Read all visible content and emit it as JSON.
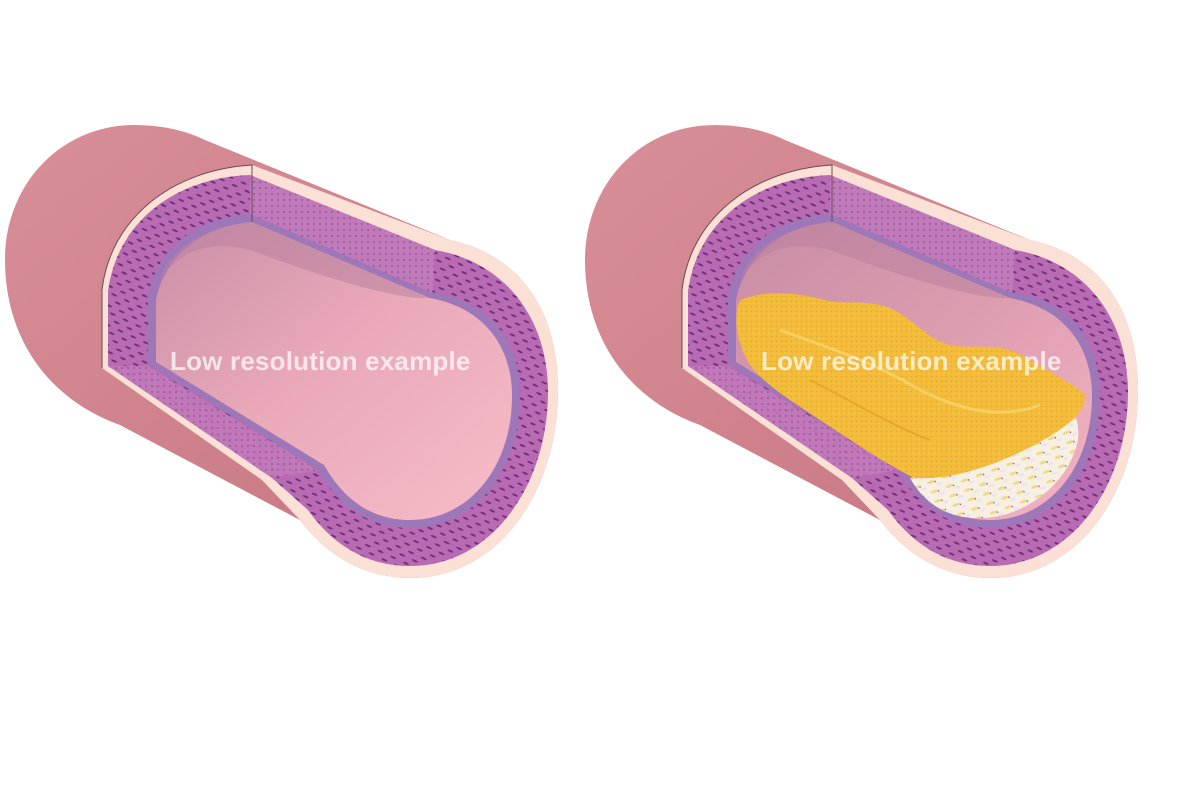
{
  "watermarks": {
    "left": "Low resolution example",
    "right": "Low resolution example"
  },
  "colors": {
    "outer_wall": "#d2868f",
    "outer_wall_highlight": "#e2a9ae",
    "adventitia_edge": "#fbe1d5",
    "media": "#b669b0",
    "media_nuclei": "#6b2d7a",
    "intima": "#9e79b9",
    "lumen_light": "#f6b9c5",
    "lumen_dark": "#d99aae",
    "plaque": "#f3bd3c",
    "plaque_light": "#f8d36a",
    "fibrous_cap": "#f6efe1"
  },
  "icons": {
    "left": "healthy-artery-cross-section",
    "right": "atherosclerotic-artery-cross-section"
  }
}
